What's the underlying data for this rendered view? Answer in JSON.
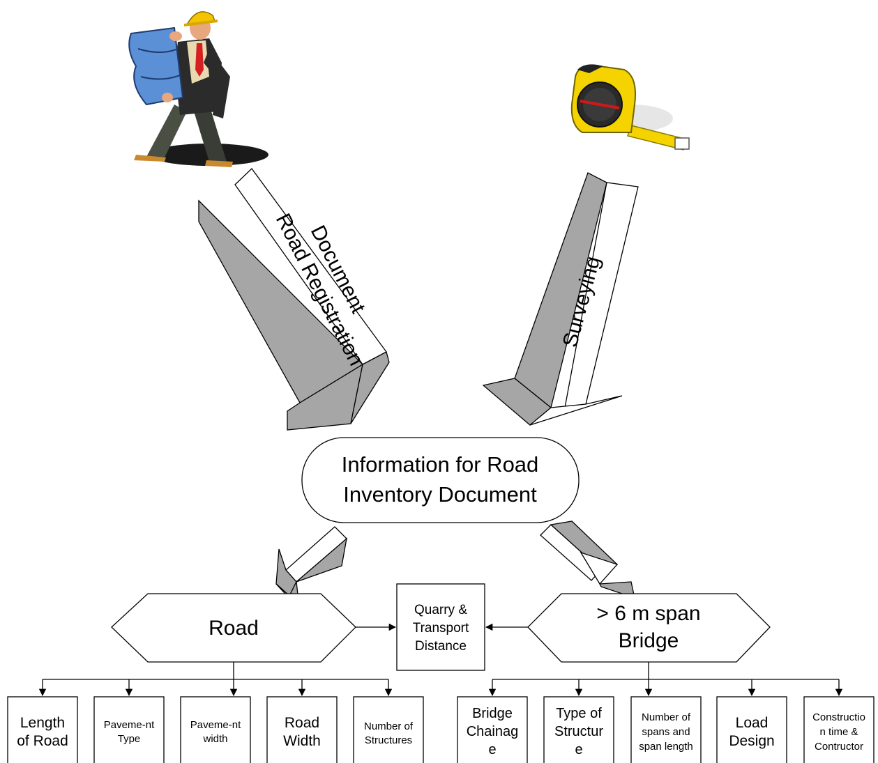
{
  "arrows": {
    "left_label_line1": "Road Registration",
    "left_label_line2": "Document",
    "right_label": "Surveying"
  },
  "center": {
    "line1": "Information for Road",
    "line2": "Inventory Document"
  },
  "road": {
    "label": "Road"
  },
  "quarry": {
    "line1": "Quarry &",
    "line2": "Transport",
    "line3": "Distance"
  },
  "bridge": {
    "line1": "> 6 m span",
    "line2": "Bridge"
  },
  "road_items": [
    {
      "lines": [
        "Length",
        "of Road"
      ]
    },
    {
      "lines": [
        "Paveme-nt",
        "Type"
      ]
    },
    {
      "lines": [
        "Paveme-nt",
        "width"
      ]
    },
    {
      "lines": [
        "Road",
        "Width"
      ]
    },
    {
      "lines": [
        "Number of",
        "Structures"
      ]
    }
  ],
  "bridge_items": [
    {
      "lines": [
        "Bridge",
        "Chainag",
        "e"
      ]
    },
    {
      "lines": [
        "Type of",
        "Structur",
        "e"
      ]
    },
    {
      "lines": [
        "Number of",
        "spans and",
        "span length"
      ]
    },
    {
      "lines": [
        "Load",
        "Design"
      ]
    },
    {
      "lines": [
        "Constructio",
        "n time &",
        "Contructor"
      ]
    }
  ],
  "colors": {
    "arrow_shade": "#a6a6a6",
    "helmet": "#f5c400",
    "blueprint": "#5b8fd6",
    "tape_body": "#f5d300"
  },
  "icons": {
    "engineer": "engineer-with-blueprint-icon",
    "tape": "tape-measure-icon"
  }
}
